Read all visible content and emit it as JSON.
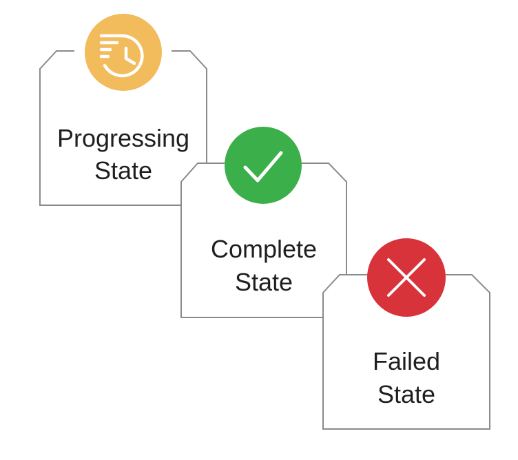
{
  "states": [
    {
      "id": "progressing",
      "line1": "Progressing",
      "line2": "State",
      "icon": "history-list-clock-icon",
      "color": "#F2BB5C"
    },
    {
      "id": "complete",
      "line1": "Complete",
      "line2": "State",
      "icon": "checkmark-icon",
      "color": "#3BAF4A"
    },
    {
      "id": "failed",
      "line1": "Failed",
      "line2": "State",
      "icon": "x-icon",
      "color": "#D8333A"
    }
  ],
  "colors": {
    "card_border": "#8A8A8A",
    "card_fill": "#FFFFFF",
    "text": "#1F1F1F"
  }
}
